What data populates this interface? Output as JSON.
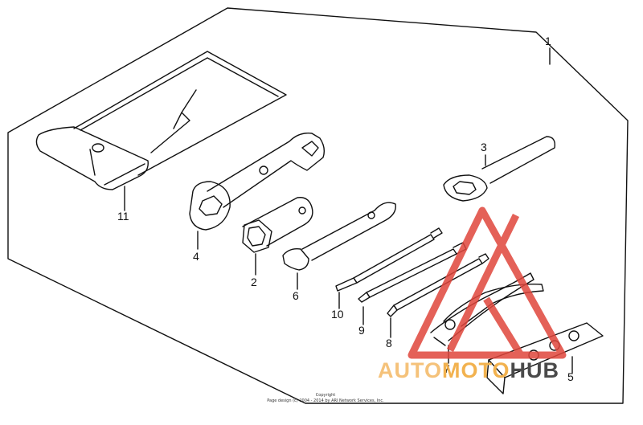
{
  "diagram": {
    "callouts": [
      {
        "id": "1",
        "label": "1"
      },
      {
        "id": "2",
        "label": "2"
      },
      {
        "id": "3",
        "label": "3"
      },
      {
        "id": "4",
        "label": "4"
      },
      {
        "id": "5",
        "label": "5"
      },
      {
        "id": "6",
        "label": "6"
      },
      {
        "id": "7",
        "label": "7"
      },
      {
        "id": "8",
        "label": "8"
      },
      {
        "id": "9",
        "label": "9"
      },
      {
        "id": "10",
        "label": "10"
      },
      {
        "id": "11",
        "label": "11"
      }
    ],
    "footer": {
      "line1": "Copyright",
      "line2": "Page design (c) 2004 - 2014 by ARI Network Services, Inc."
    }
  },
  "watermark": {
    "part1": "AUTO",
    "part2": "MOTO",
    "part3": "HUB",
    "colors": {
      "triangle": "#e0463c",
      "text_light": "#f2b24f",
      "text_dark": "#4a4a4a"
    }
  }
}
